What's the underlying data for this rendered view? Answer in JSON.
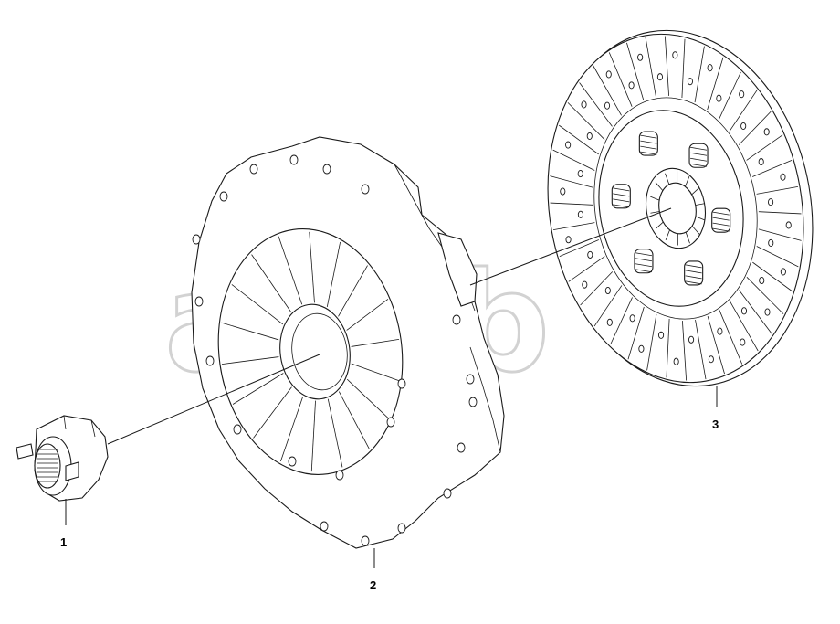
{
  "watermark": {
    "text": "ancb"
  },
  "callouts": [
    {
      "id": "1",
      "label": "1"
    },
    {
      "id": "2",
      "label": "2"
    },
    {
      "id": "3",
      "label": "3"
    }
  ],
  "parts": [
    {
      "id": "release-bearing",
      "icon": "release-bearing-icon"
    },
    {
      "id": "clutch-pressure-plate",
      "icon": "pressure-plate-icon"
    },
    {
      "id": "clutch-disc",
      "icon": "clutch-disc-icon"
    }
  ]
}
